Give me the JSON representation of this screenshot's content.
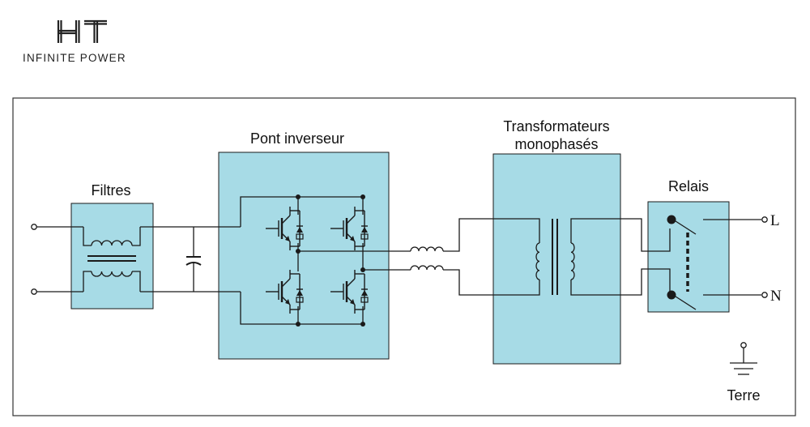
{
  "brand": {
    "mark": "HT",
    "tagline": "INFINITE POWER"
  },
  "blocks": {
    "filters": "Filtres",
    "inverter": "Pont inverseur",
    "transformer_line1": "Transformateurs",
    "transformer_line2": "monophasés",
    "relay": "Relais"
  },
  "terminals": {
    "line": "L",
    "neutral": "N",
    "earth": "Terre"
  },
  "colors": {
    "block_fill": "#a7dbe6",
    "line": "#1a1a1a",
    "frame": "#333333"
  }
}
